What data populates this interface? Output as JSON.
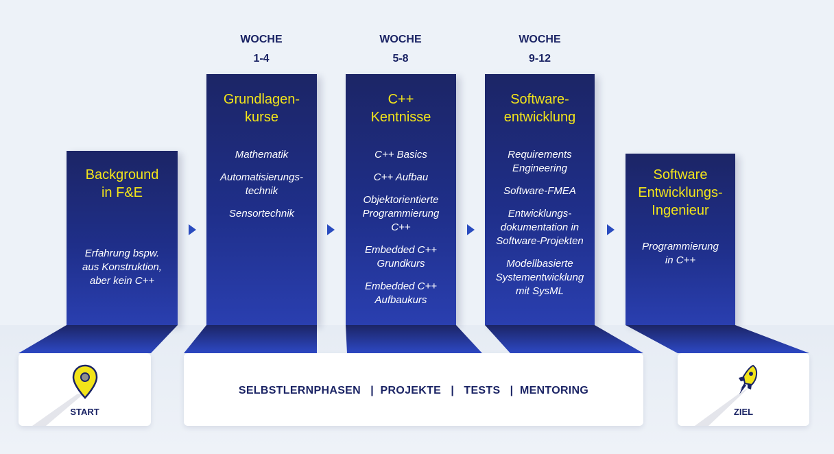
{
  "weeks": [
    {
      "line1": "WOCHE",
      "line2": "1-4"
    },
    {
      "line1": "WOCHE",
      "line2": "5-8"
    },
    {
      "line1": "WOCHE",
      "line2": "9-12"
    }
  ],
  "columns": [
    {
      "title": "Background\nin F&E",
      "items": [
        "Erfahrung bspw.\naus Konstruktion,\naber kein C++"
      ]
    },
    {
      "title": "Grundlagen-\nkurse",
      "items": [
        "Mathematik",
        "Automatisierungs-\ntechnik",
        "Sensortechnik"
      ]
    },
    {
      "title": "C++\nKentnisse",
      "items": [
        "C++ Basics",
        "C++ Aufbau",
        "Objektorientierte\nProgrammierung\nC++",
        "Embedded C++\nGrundkurs",
        "Embedded C++\nAufbaukurs"
      ]
    },
    {
      "title": "Software-\nentwicklung",
      "items": [
        "Requirements\nEngineering",
        "Software-FMEA",
        "Entwicklungs-\ndokumentation in\nSoftware-Projekten",
        "Modellbasierte\nSystementwicklung\nmit SysML"
      ]
    },
    {
      "title": "Software\nEntwicklungs-\nIngenieur",
      "items": [
        "Programmierung\nin C++"
      ]
    }
  ],
  "bottom": {
    "start_label": "START",
    "center_text": "SELBSTLERNPHASEN   |  PROJEKTE   |   TESTS   |  MENTORING",
    "end_label": "ZIEL"
  },
  "icons": {
    "start": "map-pin-icon",
    "end": "rocket-icon",
    "arrow": "arrow-right-icon"
  },
  "colors": {
    "column_dark": "#1c2566",
    "column_light": "#2a3fb0",
    "title_yellow": "#f2e41a",
    "text_navy": "#1a2364",
    "arrow_blue": "#2a4cbf"
  }
}
